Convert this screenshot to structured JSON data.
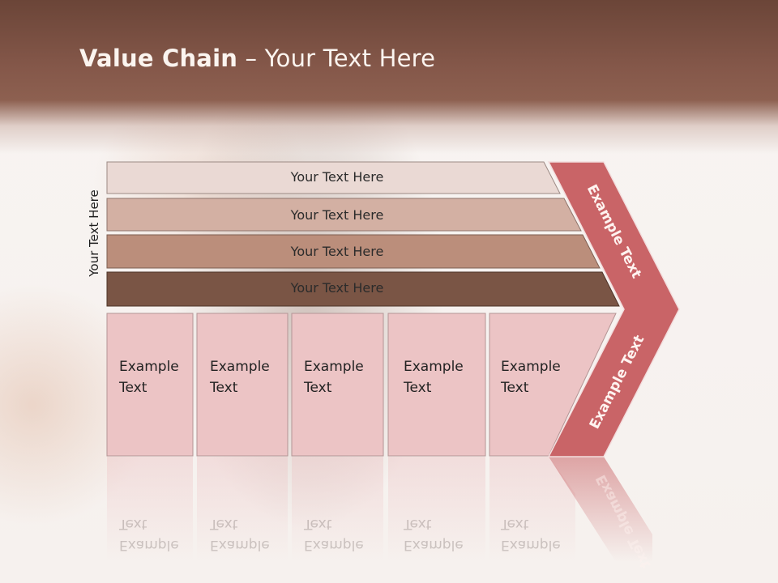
{
  "title": {
    "bold": "Value Chain",
    "rest": " – Your Text Here"
  },
  "side_label": "Your Text Here",
  "bars": [
    {
      "label": "Your Text Here"
    },
    {
      "label": "Your Text Here"
    },
    {
      "label": "Your Text Here"
    },
    {
      "label": "Your Text Here"
    }
  ],
  "boxes": [
    {
      "line1": "Example",
      "line2": "Text"
    },
    {
      "line1": "Example",
      "line2": "Text"
    },
    {
      "line1": "Example",
      "line2": "Text"
    },
    {
      "line1": "Example",
      "line2": "Text"
    },
    {
      "line1": "Example",
      "line2": "Text"
    }
  ],
  "chevron": {
    "upper": "Example Text",
    "lower": "Example Text"
  },
  "colors": {
    "bar1": "#ead9d4",
    "bar2": "#d3b0a3",
    "bar3": "#bb8e7b",
    "bar4": "#7a5545",
    "box": "#ecc4c5",
    "chevron": "#c96467",
    "title_bg": "#7b4f41"
  }
}
